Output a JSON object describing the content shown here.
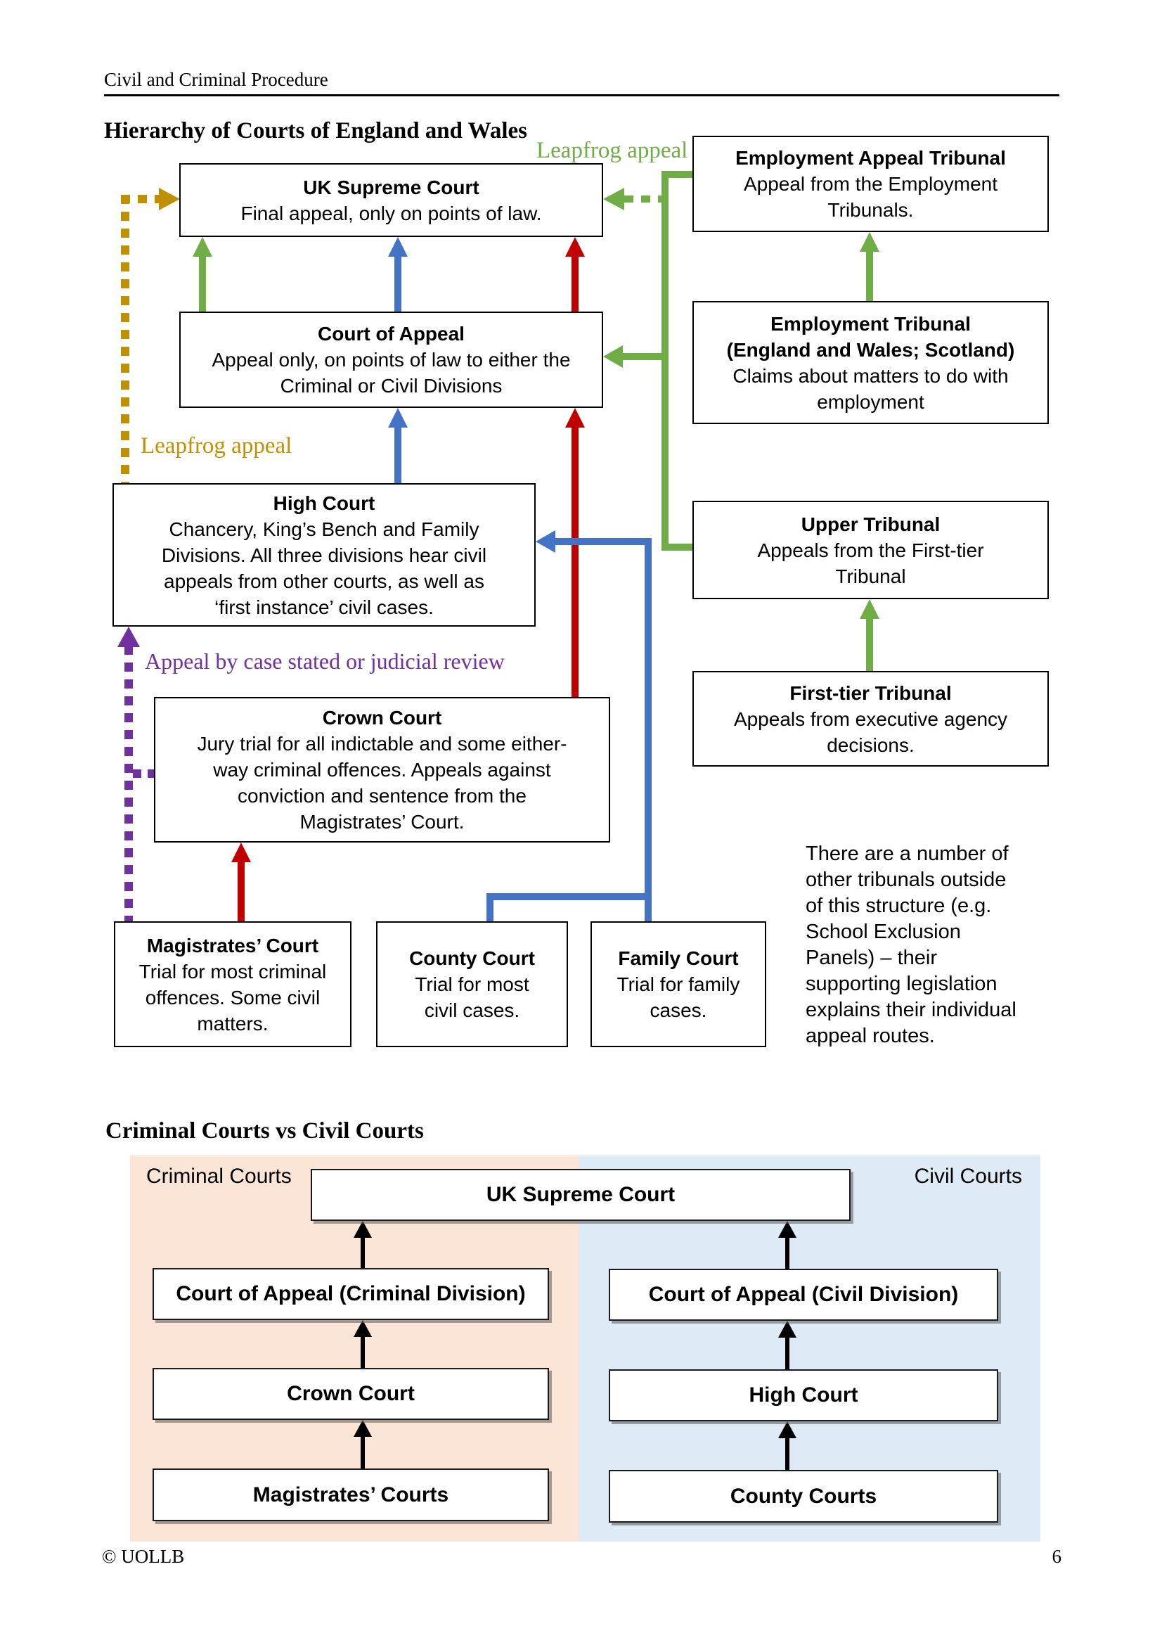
{
  "page": {
    "header": "Civil and Criminal Procedure",
    "footer_left": "© UOLLB",
    "page_number": "6"
  },
  "hierarchy": {
    "title": "Hierarchy of Courts of England and Wales",
    "labels": {
      "leapfrog_green": "Leapfrog appeal",
      "leapfrog_gold": "Leapfrog appeal",
      "case_stated": "Appeal by case stated or judicial review"
    },
    "boxes": {
      "uksc": {
        "title": "UK Supreme Court",
        "body": "Final appeal, only on points of law."
      },
      "eat": {
        "title": "Employment Appeal Tribunal",
        "body": "Appeal from the Employment\nTribunals."
      },
      "coa": {
        "title": "Court of Appeal",
        "body": "Appeal only, on points of law to either the\nCriminal or Civil Divisions"
      },
      "et": {
        "title": "Employment Tribunal\n(England and Wales; Scotland)",
        "body": "Claims about matters to do with\nemployment"
      },
      "high_court": {
        "title": "High Court",
        "body": "Chancery, King’s Bench and Family\nDivisions. All three divisions hear civil\nappeals from other courts, as well as\n‘first instance’ civil cases."
      },
      "upper_tribunal": {
        "title": "Upper Tribunal",
        "body": "Appeals from the First-tier\nTribunal"
      },
      "crown": {
        "title": "Crown Court",
        "body": "Jury trial for all indictable and some either-\nway criminal offences. Appeals against\nconviction and sentence from the\nMagistrates’ Court."
      },
      "first_tier": {
        "title": "First-tier Tribunal",
        "body": "Appeals from executive agency\ndecisions."
      },
      "magistrates": {
        "title": "Magistrates’ Court",
        "body": "Trial for most criminal\noffences. Some civil\nmatters."
      },
      "county": {
        "title": "County Court",
        "body": "Trial for most\ncivil cases."
      },
      "family": {
        "title": "Family Court",
        "body": "Trial for family\ncases."
      }
    },
    "side_note": "There are a number of\nother tribunals outside\nof this structure (e.g.\nSchool Exclusion\nPanels) – their\nsupporting legislation\nexplains their individual\nappeal routes."
  },
  "comparison": {
    "title": "Criminal Courts vs Civil Courts",
    "criminal_label": "Criminal Courts",
    "civil_label": "Civil Courts",
    "boxes": {
      "uksc": "UK Supreme Court",
      "coa_criminal": "Court of Appeal (Criminal Division)",
      "coa_civil": "Court of Appeal (Civil Division)",
      "crown": "Crown Court",
      "high_court": "High Court",
      "magistrates": "Magistrates’ Courts",
      "county": "County Courts"
    }
  },
  "colors": {
    "green": "#70AD47",
    "blue": "#4472C4",
    "red": "#C00000",
    "gold": "#BF9000",
    "purple": "#7030A0",
    "criminal_bg": "#FBE5D6",
    "civil_bg": "#DEEAF6"
  }
}
